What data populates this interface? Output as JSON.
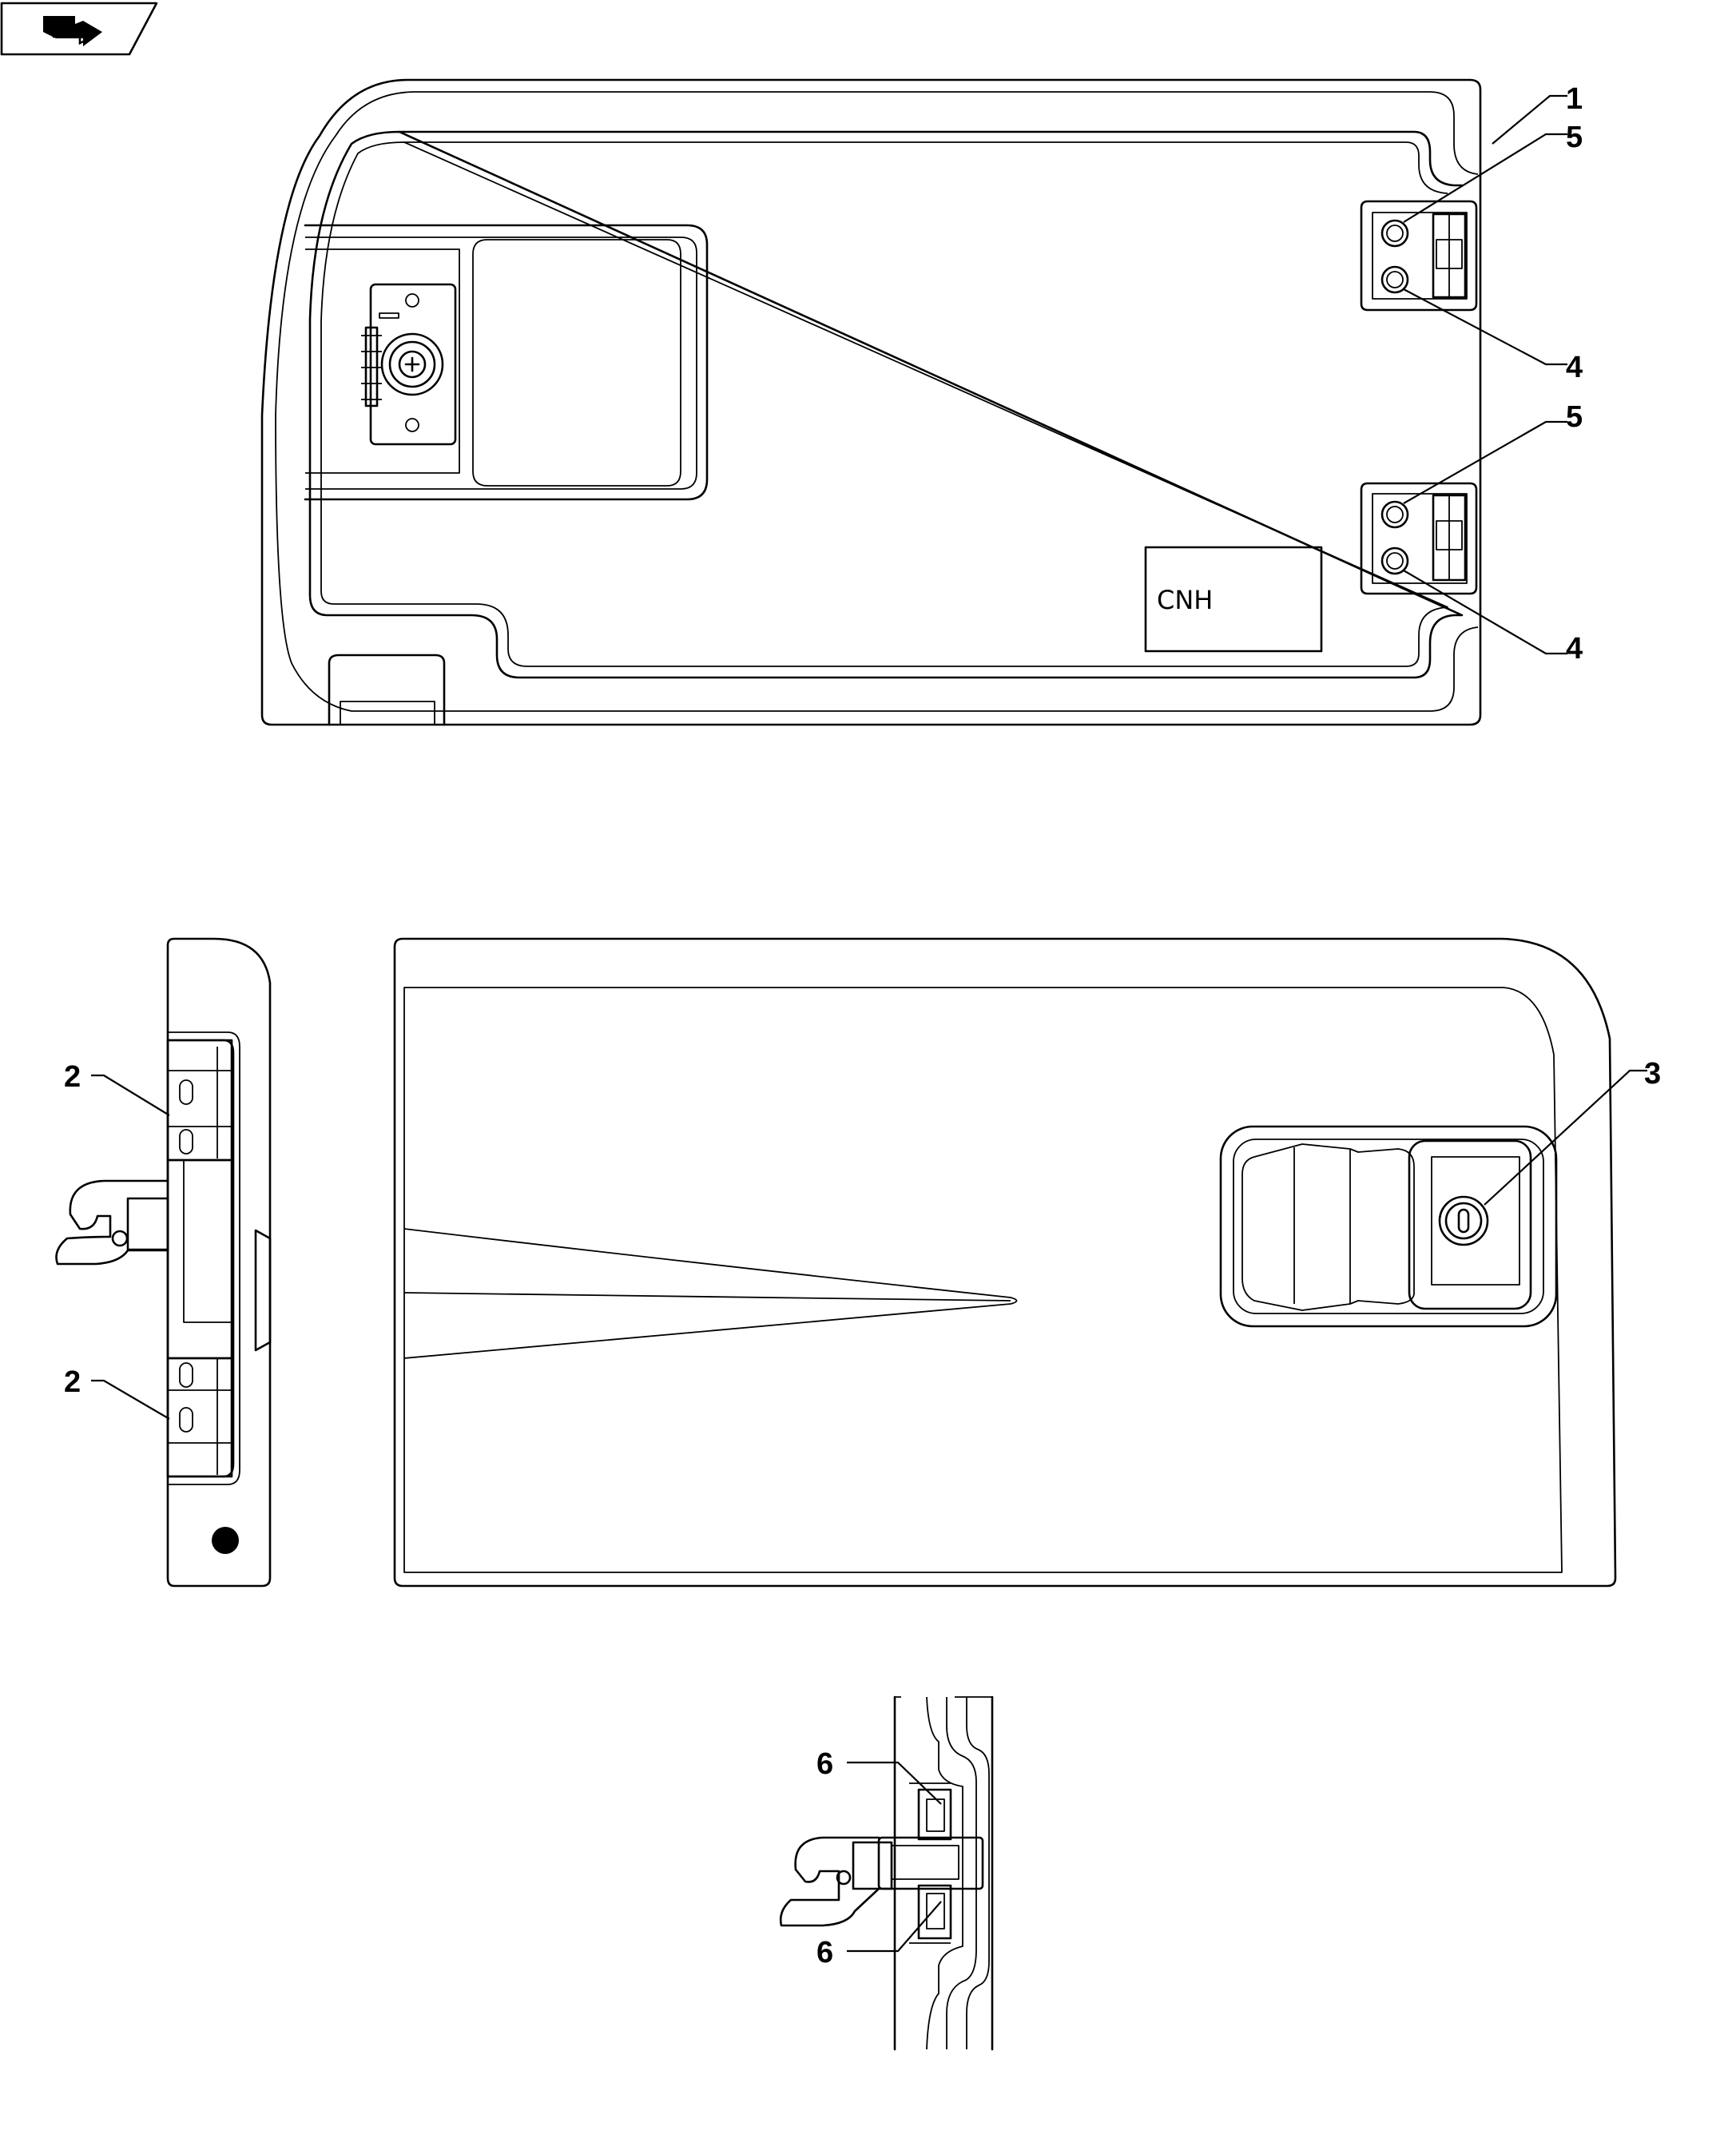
{
  "diagram": {
    "plate_label": "CNH",
    "callouts": {
      "c1": "1",
      "c5a": "5",
      "c4a": "4",
      "c5b": "5",
      "c4b": "4",
      "c3": "3",
      "c2a": "2",
      "c2b": "2",
      "c6a": "6",
      "c6b": "6"
    },
    "icons": [
      "arrow-badge-icon"
    ]
  }
}
